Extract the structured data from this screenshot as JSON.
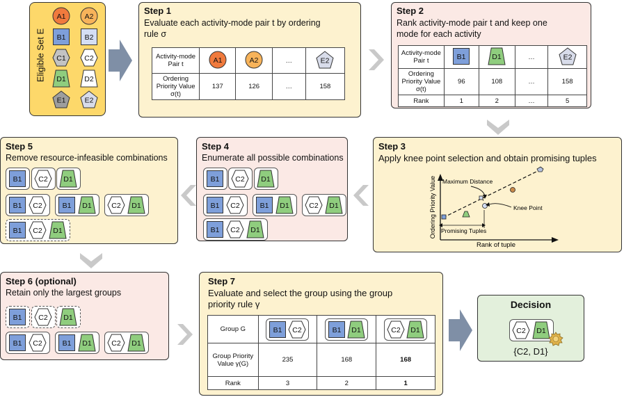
{
  "eligible": {
    "label": "Eligible Set E",
    "items": [
      {
        "label": "A1",
        "shape": "circle",
        "color": "#f07a3d"
      },
      {
        "label": "A2",
        "shape": "circle",
        "color": "#f7b35a"
      },
      {
        "label": "B1",
        "shape": "square",
        "color": "#7e9fda"
      },
      {
        "label": "B2",
        "shape": "square",
        "color": "#d4def4"
      },
      {
        "label": "C1",
        "shape": "hexagon",
        "color": "#c3c3c3"
      },
      {
        "label": "C2",
        "shape": "hexagon",
        "color": "#ffffff"
      },
      {
        "label": "D1",
        "shape": "trapezoid",
        "color": "#8fcd7e"
      },
      {
        "label": "D2",
        "shape": "trapezoid",
        "color": "#ffffff"
      },
      {
        "label": "E1",
        "shape": "pentagon",
        "color": "#9e9e9e"
      },
      {
        "label": "E2",
        "shape": "pentagon",
        "color": "#d8dcea"
      }
    ]
  },
  "step1": {
    "title": "Step 1",
    "desc_line1": "Evaluate each activity-mode pair t by ordering",
    "desc_line2": "rule σ",
    "row1_label": "Activity-mode Pair t",
    "row2_label": "Ordering Priority Value σ(t)",
    "items": [
      "A1",
      "A2",
      "…",
      "E2"
    ],
    "values": [
      "137",
      "126",
      "…",
      "158"
    ]
  },
  "step2": {
    "title": "Step 2",
    "desc_line1": "Rank activity-mode pair t and keep one",
    "desc_line2": "mode for each activity",
    "row1_label": "Activity-mode Pair t",
    "row2_label": "Ordering Priority Value σ(t)",
    "row3_label": "Rank",
    "items": [
      "B1",
      "D1",
      "…",
      "E2"
    ],
    "values": [
      "96",
      "108",
      "…",
      "158"
    ],
    "ranks": [
      "1",
      "2",
      "…",
      "5"
    ]
  },
  "step3": {
    "title": "Step 3",
    "desc": "Apply knee point selection and obtain promising tuples",
    "ylabel": "Ordering Priority Value",
    "xlabel": "Rank of tuple",
    "max_distance": "Maximum Distance",
    "knee_point": "Knee Point",
    "promising": "Promising Tuples"
  },
  "step4": {
    "title": "Step 4",
    "desc": "Enumerate all possible combinations"
  },
  "step5": {
    "title": "Step 5",
    "desc": "Remove resource-infeasible combinations"
  },
  "step6": {
    "title": "Step 6 (optional)",
    "desc": "Retain only the largest groups"
  },
  "step7": {
    "title": "Step 7",
    "desc_line1": "Evaluate and select the group using the group",
    "desc_line2": "priority rule γ",
    "row1_label": "Group G",
    "row2_label": "Group Priority Value γ(G)",
    "row3_label": "Rank",
    "values": [
      "235",
      "168",
      "168"
    ],
    "ranks": [
      "3",
      "2",
      "1"
    ]
  },
  "decision": {
    "title": "Decision",
    "result": "{C2, D1}"
  },
  "colors": {
    "blue": "#7e9fda",
    "green": "#8fcd7e",
    "grey_arrow": "#7f8fa6",
    "light_arrow": "#c9c9c9"
  }
}
